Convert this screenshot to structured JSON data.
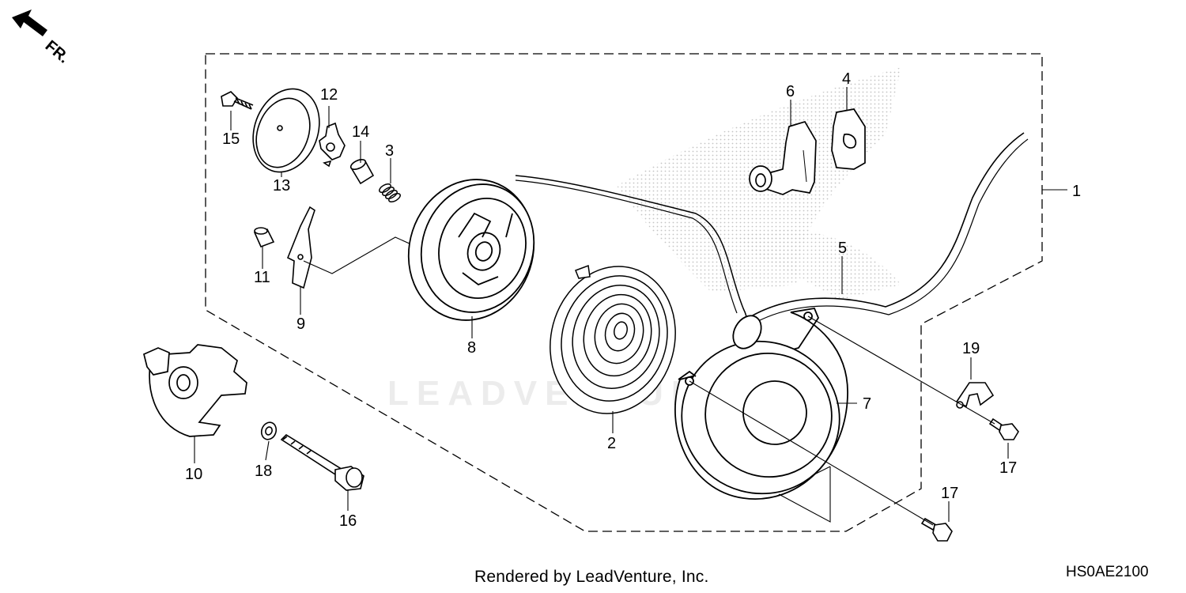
{
  "direction_indicator": {
    "label": "FR."
  },
  "watermark": {
    "text": "LEADVENTURE"
  },
  "callouts": {
    "c1": "1",
    "c2": "2",
    "c3": "3",
    "c4": "4",
    "c5": "5",
    "c6": "6",
    "c7": "7",
    "c8": "8",
    "c9": "9",
    "c10": "10",
    "c11": "11",
    "c12": "12",
    "c13": "13",
    "c14": "14",
    "c15": "15",
    "c16": "16",
    "c17a": "17",
    "c17b": "17",
    "c18": "18",
    "c19": "19"
  },
  "footer": {
    "credit": "Rendered by LeadVenture, Inc.",
    "diagram_code": "HS0AE2100"
  }
}
